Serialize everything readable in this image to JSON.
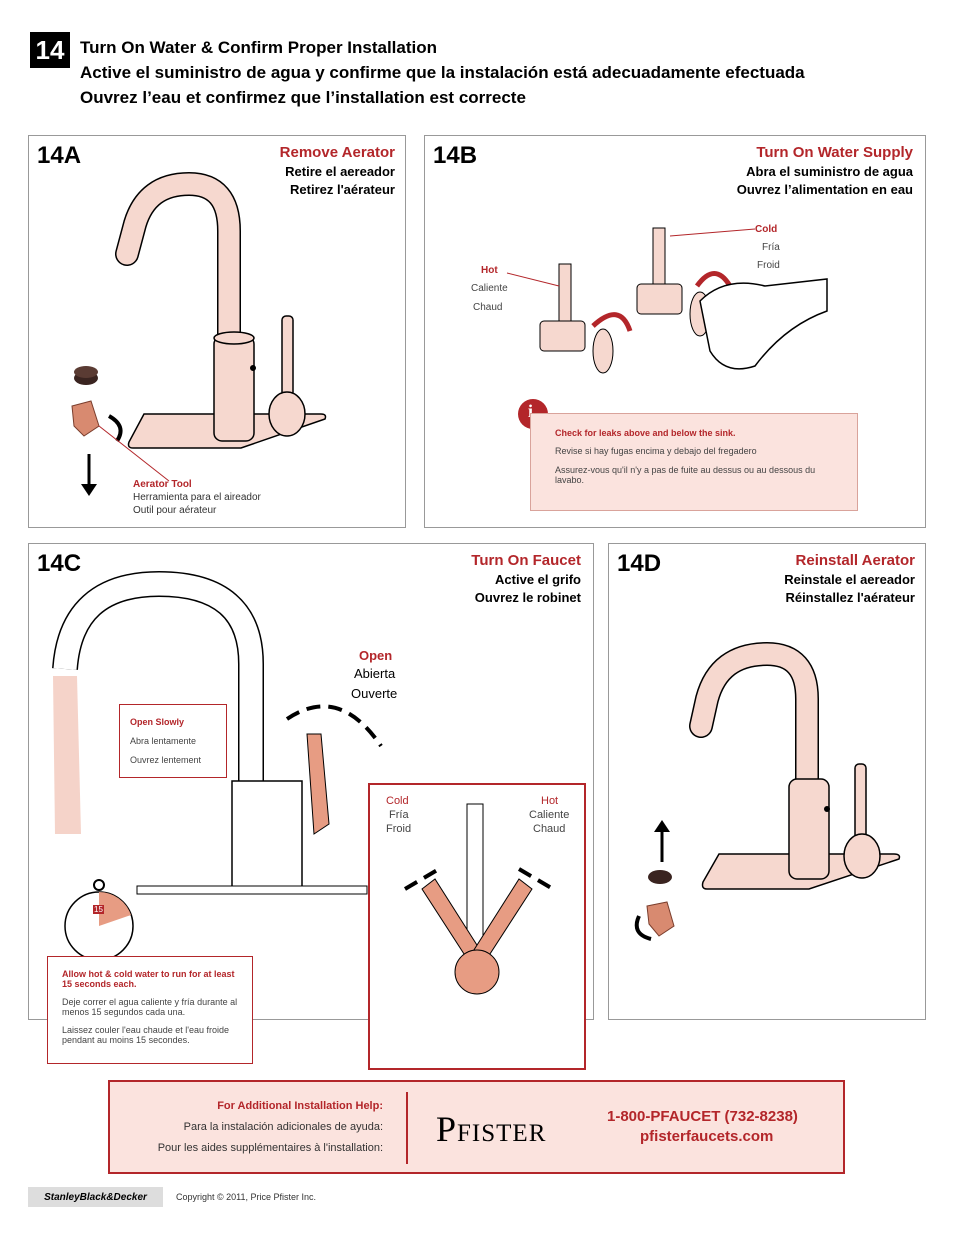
{
  "step": {
    "number": "14",
    "title_en": "Turn On Water & Confirm Proper Installation",
    "title_es": "Active el suministro de agua y confirme que la instalación está adecuadamente efectuada",
    "title_fr": "Ouvrez l’eau et confirmez que l’installation est correcte"
  },
  "panel_a": {
    "label": "14A",
    "head_en": "Remove Aerator",
    "head_es": "Retire el aereador",
    "head_fr": "Retirez l'aérateur",
    "tool_en": "Aerator Tool",
    "tool_es": "Herramienta para el aireador",
    "tool_fr": "Outil pour aérateur"
  },
  "panel_b": {
    "label": "14B",
    "head_en": "Turn On Water Supply",
    "head_es": "Abra el suministro de agua",
    "head_fr": "Ouvrez l’alimentation en eau",
    "cold_en": "Cold",
    "cold_es": "Fría",
    "cold_fr": "Froid",
    "hot_en": "Hot",
    "hot_es": "Caliente",
    "hot_fr": "Chaud",
    "info_icon": "i",
    "note_en": "Check for leaks above and below the sink.",
    "note_es": "Revise si hay fugas encima y debajo del fregadero",
    "note_fr": "Assurez-vous qu'il n'y a pas de fuite au dessus ou au dessous du lavabo."
  },
  "panel_c": {
    "label": "14C",
    "head_en": "Turn On Faucet",
    "head_es": "Active el grifo",
    "head_fr": "Ouvrez le robinet",
    "open_en": "Open",
    "open_es": "Abierta",
    "open_fr": "Ouverte",
    "slow_en": "Open Slowly",
    "slow_es": "Abra lentamente",
    "slow_fr": "Ouvrez lentement",
    "cold_en": "Cold",
    "cold_es": "Fría",
    "cold_fr": "Froid",
    "hot_en": "Hot",
    "hot_es": "Caliente",
    "hot_fr": "Chaud",
    "timer_value": "15",
    "run_en": "Allow hot & cold water to run for at least 15 seconds each.",
    "run_es": "Deje correr el agua caliente y fría durante al menos 15 segundos cada una.",
    "run_fr": "Laissez couler l'eau chaude et l'eau froide pendant au moins 15 secondes."
  },
  "panel_d": {
    "label": "14D",
    "head_en": "Reinstall Aerator",
    "head_es": "Reinstale el aereador",
    "head_fr": "Réinstallez l'aérateur"
  },
  "help": {
    "en": "For Additional Installation Help:",
    "es": "Para la instalación adicionales de ayuda:",
    "fr": "Pour les aides supplémentaires à l'installation:",
    "brand": "Pfister",
    "phone": "1-800-PFAUCET (732-8238)",
    "web": "pfisterfaucets.com"
  },
  "footer": {
    "company": "StanleyBlack&Decker",
    "copyright": "Copyright © 2011, Price Pfister Inc."
  },
  "colors": {
    "accent": "#b3262a",
    "faucet_fill": "#f6d8cf",
    "note_bg": "#fbe3de"
  }
}
